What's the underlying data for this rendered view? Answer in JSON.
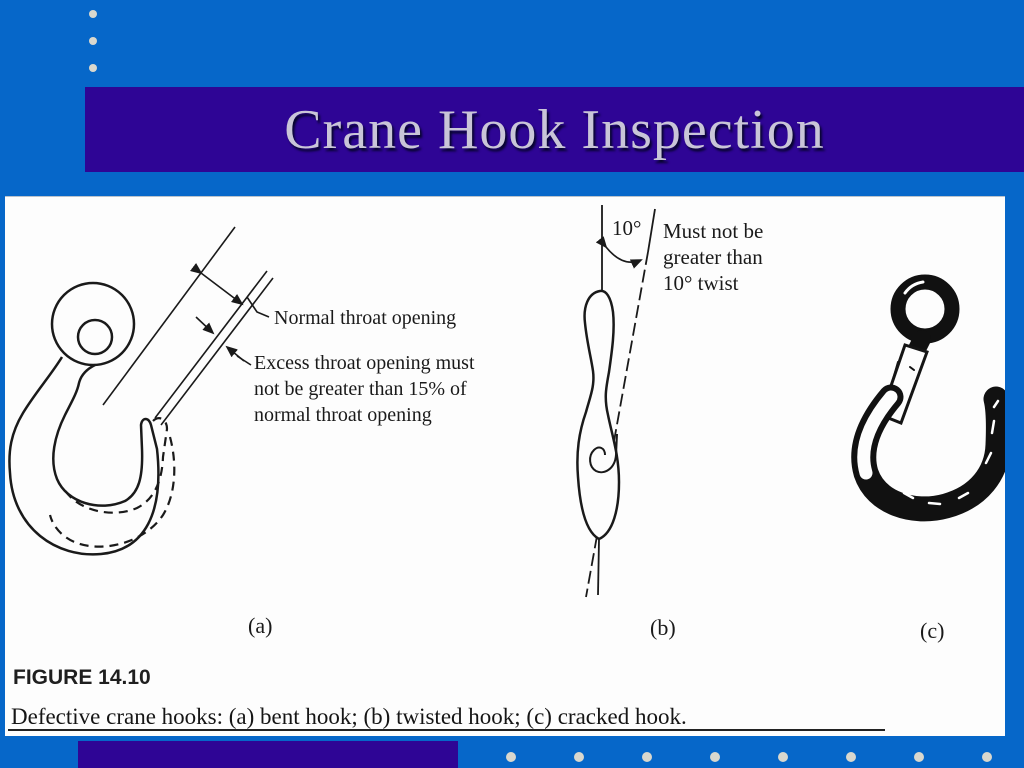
{
  "slide": {
    "title": "Crane Hook Inspection",
    "colors": {
      "background_blue": "#0667C9",
      "accent_purple": "#2E0595",
      "title_text": "#C9C5D8",
      "dot_color": "#D9D8CE",
      "panel_white": "#FDFDFD",
      "ink": "#1a1a1a"
    },
    "decorations": {
      "top_dot_count": 3,
      "bottom_dot_count": 8
    }
  },
  "figure": {
    "hook_a": {
      "label": "(a)",
      "normal_annotation": "Normal throat opening",
      "excess_lines": [
        "Excess throat opening must",
        "not be greater than 15% of",
        "normal throat opening"
      ]
    },
    "hook_b": {
      "label": "(b)",
      "angle_label": "10°",
      "twist_lines": [
        "Must not be",
        "greater than",
        "10° twist"
      ]
    },
    "hook_c": {
      "label": "(c)"
    },
    "figure_number": "FIGURE 14.10",
    "caption": "Defective crane hooks: (a) bent hook; (b) twisted hook; (c) cracked hook."
  }
}
